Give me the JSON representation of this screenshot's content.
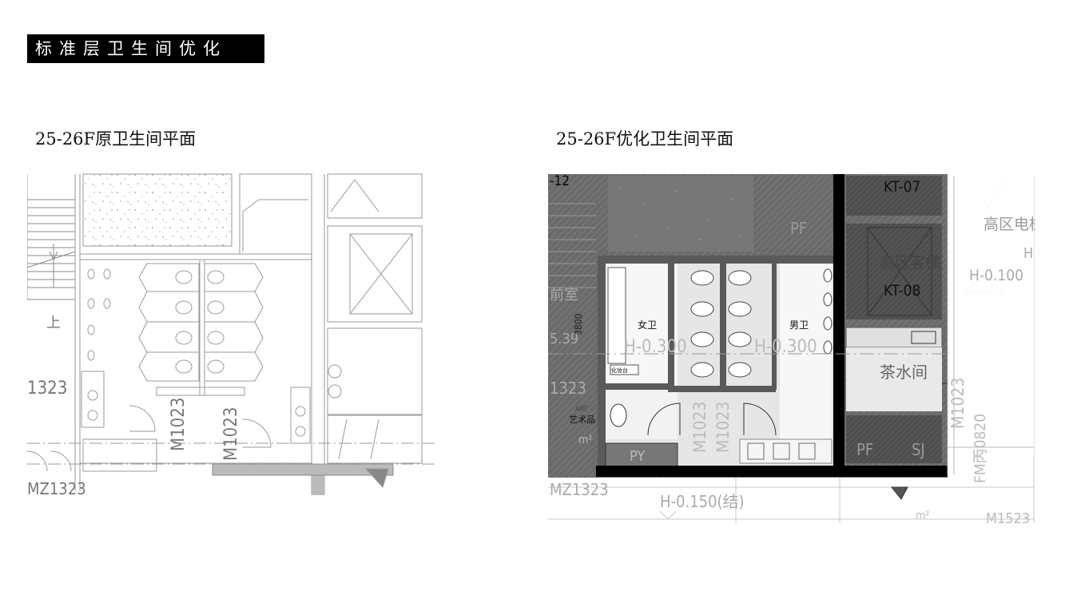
{
  "page": {
    "title": "标准层卫生间优化"
  },
  "original_plan": {
    "subtitle": "25-26F原卫生间平面",
    "labels": {
      "tag_1323": "1323",
      "door_left": "M1023",
      "door_right": "M1023",
      "bottom_left": "MZ1323",
      "stair_up": "上"
    }
  },
  "optimized_plan": {
    "subtitle": "25-26F优化卫生间平面",
    "labels": {
      "kt07": "KT-07",
      "kt08": "KT-08",
      "elevator_high": "高区电梯",
      "passenger_elevator": "高区客梯",
      "level_top_right": "H-0.100",
      "h_mark": "H",
      "pf_top": "PF",
      "women": "女卫",
      "men": "男卫",
      "level_left": "H-0.300",
      "level_right": "H-0.300",
      "tea_room": "茶水间",
      "dim_3800": "3800",
      "makeup_table": "化妆台",
      "art": "ART",
      "art_piece": "艺术品",
      "tag_1323": "1323",
      "door_1": "M1023",
      "door_2": "M1023",
      "door_3": "M1023",
      "fm_label": "FM丙0820",
      "py": "PY",
      "pf_bottom": "PF",
      "sj": "SJ",
      "bottom_left": "MZ1323",
      "level_bottom": "H-0.150(结)",
      "m2": "m²",
      "m1523": "M1523",
      "corner_tag": "-12",
      "room_partial": "前室",
      "area_partial": "5.39",
      "m2_left": "m²"
    }
  }
}
